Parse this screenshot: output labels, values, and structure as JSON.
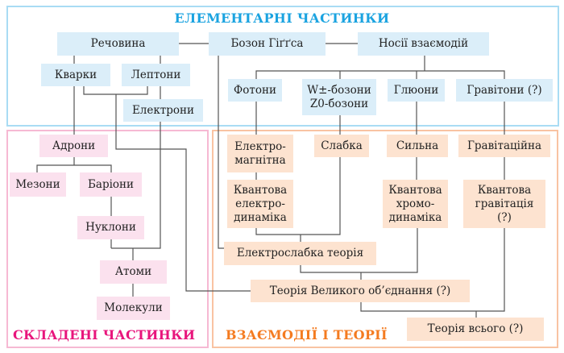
{
  "sections": {
    "elementary": "ЕЛЕМЕНТАРНІ ЧАСТИНКИ",
    "composite": "СКЛАДЕНІ ЧАСТИНКИ",
    "interactions": "ВЗАЄМОДІЇ І ТЕОРІЇ"
  },
  "elementary": {
    "matter": "Речовина",
    "higgs": "Бозон Гіґґса",
    "carriers": "Носії взаємодій",
    "quarks": "Кварки",
    "leptons": "Лептони",
    "electrons": "Електрони",
    "photons": "Фотони",
    "w_bosons": "W±-бозони",
    "z_bosons": "Z0-бозони",
    "gluons": "Глюони",
    "gravitons": "Гравітони (?)"
  },
  "composite": {
    "hadrons": "Адрони",
    "mesons": "Мезони",
    "baryons": "Баріони",
    "nucleons": "Нуклони",
    "atoms": "Атоми",
    "molecules": "Молекули"
  },
  "interactions": {
    "electromagnetic": "Електро-\nмагнітна",
    "weak": "Слабка",
    "strong": "Сильна",
    "gravitational": "Гравітаційна",
    "qed": "Квантова\nелектро-\nдинаміка",
    "qcd": "Квантова\nхромо-\nдинаміка",
    "quantum_gravity": "Квантова\nгравітація\n(?)",
    "electroweak": "Електрослабка теорія",
    "gut": "Теорія Великого об’єднання (?)",
    "toe": "Теорія всього (?)"
  },
  "colors": {
    "blue": "#1aa3e0",
    "pink": "#e8157c",
    "orange": "#f47b20",
    "line": "#555555"
  }
}
